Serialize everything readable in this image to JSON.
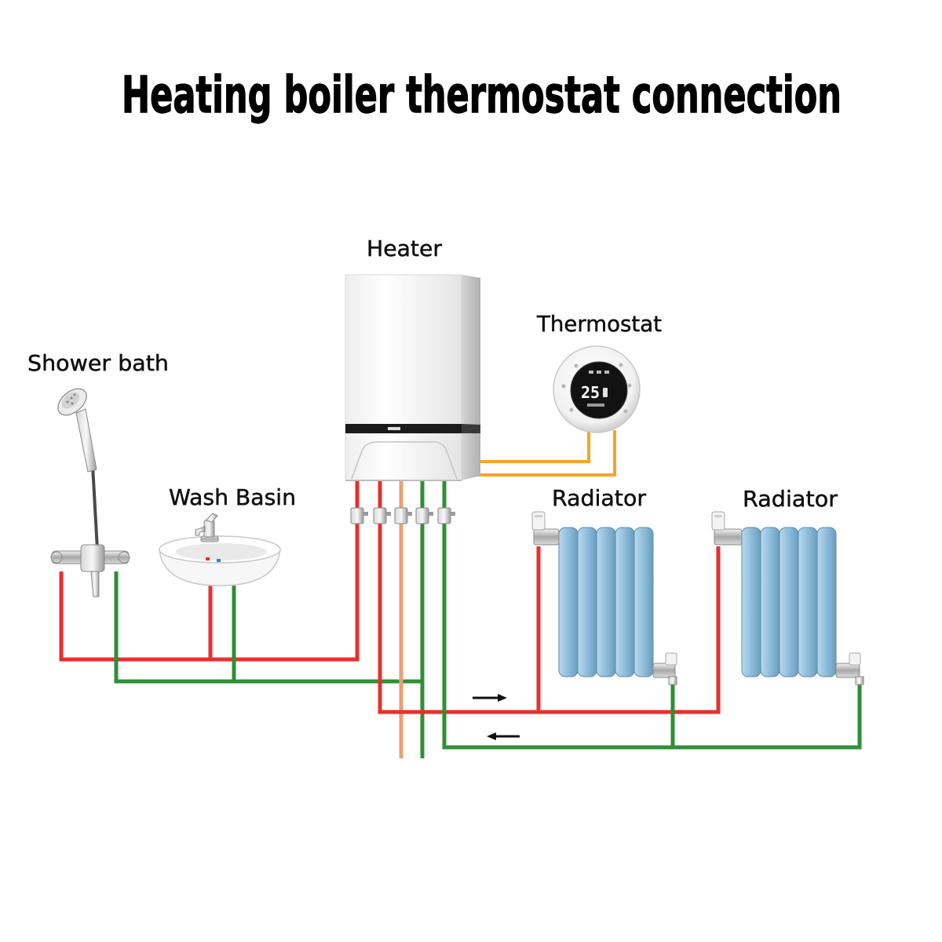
{
  "title": "Heating boiler thermostat connection",
  "labels": {
    "heater": "Heater",
    "thermostat": "Thermostat",
    "shower_bath": "Shower bath",
    "wash_basin": "Wash Basin",
    "radiator_1": "Radiator",
    "radiator_2": "Radiator"
  },
  "thermostat_display": "25",
  "colors": {
    "hot_pipe": "#e8302c",
    "cold_pipe": "#2f8f35",
    "gas_pipe": "#e9a072",
    "thermostat_wire": "#f5a623",
    "arrow": "#111111"
  }
}
